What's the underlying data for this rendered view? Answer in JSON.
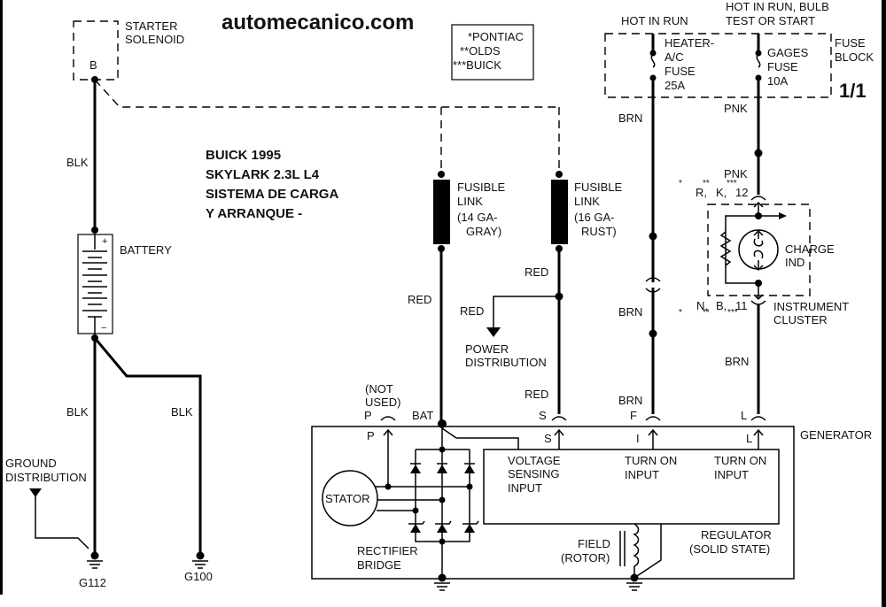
{
  "site": {
    "watermark": "automecanico.com"
  },
  "title": {
    "lines": [
      "BUICK 1995",
      "SKYLARK  2.3L L4",
      "SISTEMA DE CARGA",
      "Y ARRANQUE -"
    ]
  },
  "legend": {
    "lines": [
      "*PONTIAC",
      "**OLDS",
      "***BUICK"
    ]
  },
  "page_number": "1/1",
  "components": {
    "starter_solenoid": {
      "label_1": "STARTER",
      "label_2": "SOLENOID",
      "terminal": "B"
    },
    "battery": {
      "label": "BATTERY",
      "plus": "+",
      "minus": "−"
    },
    "fuse_block": {
      "label_1": "FUSE",
      "label_2": "BLOCK",
      "hot_in_run": "HOT IN RUN",
      "hot_bulb_1": "HOT IN RUN, BULB",
      "hot_bulb_2": "TEST OR START",
      "fuse1": [
        "HEATER-",
        "A/C",
        "FUSE",
        "25A"
      ],
      "fuse2": [
        "GAGES",
        "FUSE",
        "10A"
      ]
    },
    "fusible_link_1": {
      "lines": [
        "FUSIBLE",
        "LINK",
        "(14 GA-",
        "GRAY)"
      ]
    },
    "fusible_link_2": {
      "lines": [
        "FUSIBLE",
        "LINK",
        "(16 GA-",
        "RUST)"
      ]
    },
    "power_distribution": {
      "lines": [
        "POWER",
        "DISTRIBUTION"
      ]
    },
    "instrument_cluster": {
      "charge_ind": [
        "CHARGE",
        "IND"
      ],
      "label": [
        "INSTRUMENT",
        "CLUSTER"
      ],
      "conn_top": {
        "stars": [
          "*",
          "**",
          "***"
        ],
        "pins": [
          "R,",
          "K,",
          "12"
        ]
      },
      "conn_bottom": {
        "stars": [
          "*",
          "**",
          "***"
        ],
        "pins": [
          "N,",
          "B,",
          "11"
        ]
      }
    },
    "generator": {
      "label": "GENERATOR",
      "not_used": [
        "(NOT",
        "USED)"
      ],
      "terminals_outer": [
        "P",
        "BAT",
        "S",
        "F",
        "L"
      ],
      "terminals_inner": [
        "P",
        "S",
        "I",
        "L"
      ],
      "stator": "STATOR",
      "rectifier": [
        "RECTIFIER",
        "BRIDGE"
      ],
      "voltage_sensing": [
        "VOLTAGE",
        "SENSING",
        "INPUT"
      ],
      "turn_on_1": [
        "TURN ON",
        "INPUT"
      ],
      "turn_on_2": [
        "TURN ON",
        "INPUT"
      ],
      "field": [
        "FIELD",
        "(ROTOR)"
      ],
      "regulator": [
        "REGULATOR",
        "(SOLID STATE)"
      ]
    },
    "grounds": {
      "g112": "G112",
      "g100": "G100",
      "ground_distribution": [
        "GROUND",
        "DISTRIBUTION"
      ]
    }
  },
  "wire_colors": {
    "blk_1": "BLK",
    "blk_2": "BLK",
    "blk_3": "BLK",
    "red_1": "RED",
    "red_2": "RED",
    "red_3": "RED",
    "red_4": "RED",
    "brn_1": "BRN",
    "brn_2": "BRN",
    "brn_3": "BRN",
    "brn_4": "BRN",
    "pnk_1": "PNK",
    "pnk_2": "PNK"
  }
}
